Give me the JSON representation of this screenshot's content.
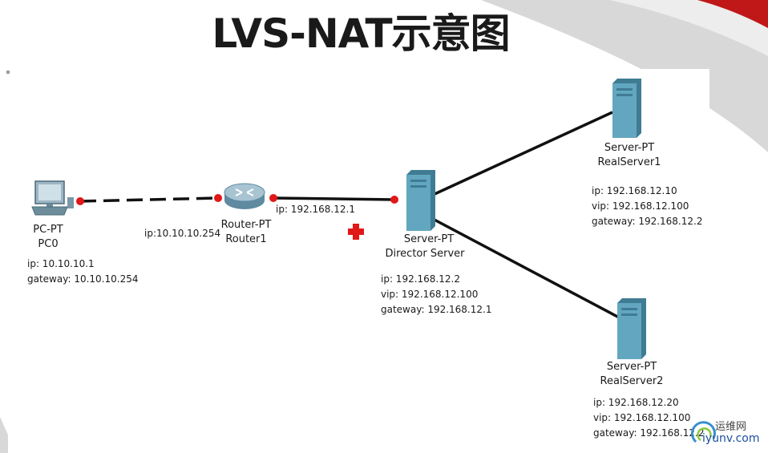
{
  "title": "LVS-NAT示意图",
  "nodes": {
    "pc0": {
      "type_label": "PC-PT",
      "name": "PC0",
      "info": [
        "ip: 10.10.10.1",
        "gateway: 10.10.10.254"
      ]
    },
    "router1": {
      "type_label": "Router-PT",
      "name": "Router1",
      "left_ip": "ip:10.10.10.254",
      "right_ip": "ip: 192.168.12.1"
    },
    "director": {
      "type_label": "Server-PT",
      "name": "Director Server",
      "info": [
        "ip: 192.168.12.2",
        "vip: 192.168.12.100",
        "gateway: 192.168.12.1"
      ]
    },
    "real1": {
      "type_label": "Server-PT",
      "name": "RealServer1",
      "info": [
        "ip: 192.168.12.10",
        "vip: 192.168.12.100",
        "gateway: 192.168.12.2"
      ]
    },
    "real2": {
      "type_label": "Server-PT",
      "name": "RealServer2",
      "info": [
        "ip: 192.168.12.20",
        "vip: 192.168.12.100",
        "gateway: 192.168.12.2"
      ]
    }
  },
  "watermark": {
    "text_cn": "运维网",
    "url": "iyunv.com"
  },
  "colors": {
    "link": "#111111",
    "port": "#e01818",
    "server": "#5a9fb8",
    "accent_red": "#c01818",
    "cross": "#e01818"
  }
}
